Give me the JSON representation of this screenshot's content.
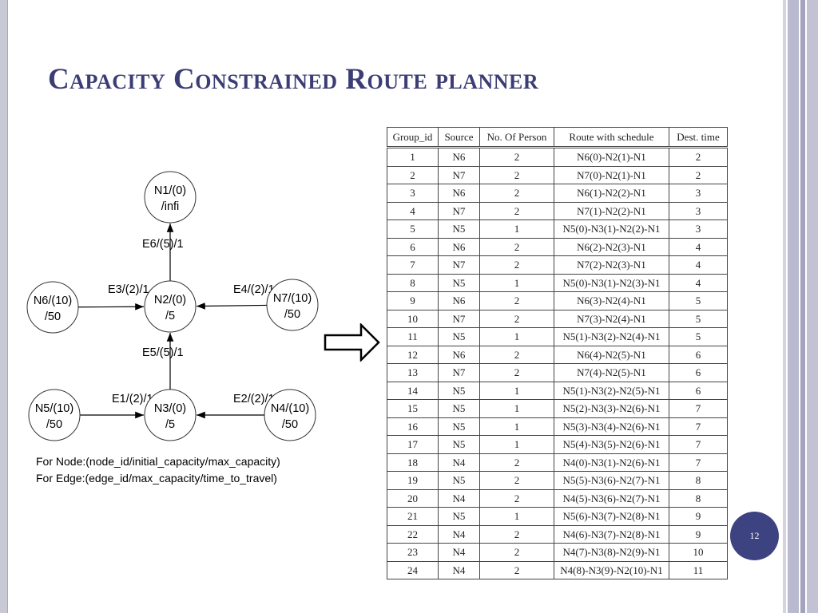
{
  "slide": {
    "title": "Capacity Constrained Route planner",
    "page_number": "12"
  },
  "diagram": {
    "nodes": [
      {
        "id": "N1",
        "line1": "N1/(0)",
        "line2": "/infi"
      },
      {
        "id": "N2",
        "line1": "N2/(0)",
        "line2": "/5"
      },
      {
        "id": "N3",
        "line1": "N3/(0)",
        "line2": "/5"
      },
      {
        "id": "N4",
        "line1": "N4/(10)",
        "line2": "/50"
      },
      {
        "id": "N5",
        "line1": "N5/(10)",
        "line2": "/50"
      },
      {
        "id": "N6",
        "line1": "N6/(10)",
        "line2": "/50"
      },
      {
        "id": "N7",
        "line1": "N7/(10)",
        "line2": "/50"
      }
    ],
    "edges": [
      {
        "id": "E1",
        "label": "E1/(2)/1",
        "from": "N5",
        "to": "N3"
      },
      {
        "id": "E2",
        "label": "E2/(2)/1",
        "from": "N4",
        "to": "N3"
      },
      {
        "id": "E3",
        "label": "E3/(2)/1",
        "from": "N6",
        "to": "N2"
      },
      {
        "id": "E4",
        "label": "E4/(2)/1",
        "from": "N7",
        "to": "N2"
      },
      {
        "id": "E5",
        "label": "E5/(5)/1",
        "from": "N3",
        "to": "N2"
      },
      {
        "id": "E6",
        "label": "E6/(5)/1",
        "from": "N2",
        "to": "N1"
      }
    ],
    "legend_node": "For Node:(node_id/initial_capacity/max_capacity)",
    "legend_edge": "For Edge:(edge_id/max_capacity/time_to_travel)"
  },
  "table": {
    "headers": [
      "Group_id",
      "Source",
      "No. Of Person",
      "Route with schedule",
      "Dest. time"
    ],
    "rows": [
      [
        "1",
        "N6",
        "2",
        "N6(0)-N2(1)-N1",
        "2"
      ],
      [
        "2",
        "N7",
        "2",
        "N7(0)-N2(1)-N1",
        "2"
      ],
      [
        "3",
        "N6",
        "2",
        "N6(1)-N2(2)-N1",
        "3"
      ],
      [
        "4",
        "N7",
        "2",
        "N7(1)-N2(2)-N1",
        "3"
      ],
      [
        "5",
        "N5",
        "1",
        "N5(0)-N3(1)-N2(2)-N1",
        "3"
      ],
      [
        "6",
        "N6",
        "2",
        "N6(2)-N2(3)-N1",
        "4"
      ],
      [
        "7",
        "N7",
        "2",
        "N7(2)-N2(3)-N1",
        "4"
      ],
      [
        "8",
        "N5",
        "1",
        "N5(0)-N3(1)-N2(3)-N1",
        "4"
      ],
      [
        "9",
        "N6",
        "2",
        "N6(3)-N2(4)-N1",
        "5"
      ],
      [
        "10",
        "N7",
        "2",
        "N7(3)-N2(4)-N1",
        "5"
      ],
      [
        "11",
        "N5",
        "1",
        "N5(1)-N3(2)-N2(4)-N1",
        "5"
      ],
      [
        "12",
        "N6",
        "2",
        "N6(4)-N2(5)-N1",
        "6"
      ],
      [
        "13",
        "N7",
        "2",
        "N7(4)-N2(5)-N1",
        "6"
      ],
      [
        "14",
        "N5",
        "1",
        "N5(1)-N3(2)-N2(5)-N1",
        "6"
      ],
      [
        "15",
        "N5",
        "1",
        "N5(2)-N3(3)-N2(6)-N1",
        "7"
      ],
      [
        "16",
        "N5",
        "1",
        "N5(3)-N3(4)-N2(6)-N1",
        "7"
      ],
      [
        "17",
        "N5",
        "1",
        "N5(4)-N3(5)-N2(6)-N1",
        "7"
      ],
      [
        "18",
        "N4",
        "2",
        "N4(0)-N3(1)-N2(6)-N1",
        "7"
      ],
      [
        "19",
        "N5",
        "2",
        "N5(5)-N3(6)-N2(7)-N1",
        "8"
      ],
      [
        "20",
        "N4",
        "2",
        "N4(5)-N3(6)-N2(7)-N1",
        "8"
      ],
      [
        "21",
        "N5",
        "1",
        "N5(6)-N3(7)-N2(8)-N1",
        "9"
      ],
      [
        "22",
        "N4",
        "2",
        "N4(6)-N3(7)-N2(8)-N1",
        "9"
      ],
      [
        "23",
        "N4",
        "2",
        "N4(7)-N3(8)-N2(9)-N1",
        "10"
      ],
      [
        "24",
        "N4",
        "2",
        "N4(8)-N3(9)-N2(10)-N1",
        "11"
      ]
    ]
  }
}
